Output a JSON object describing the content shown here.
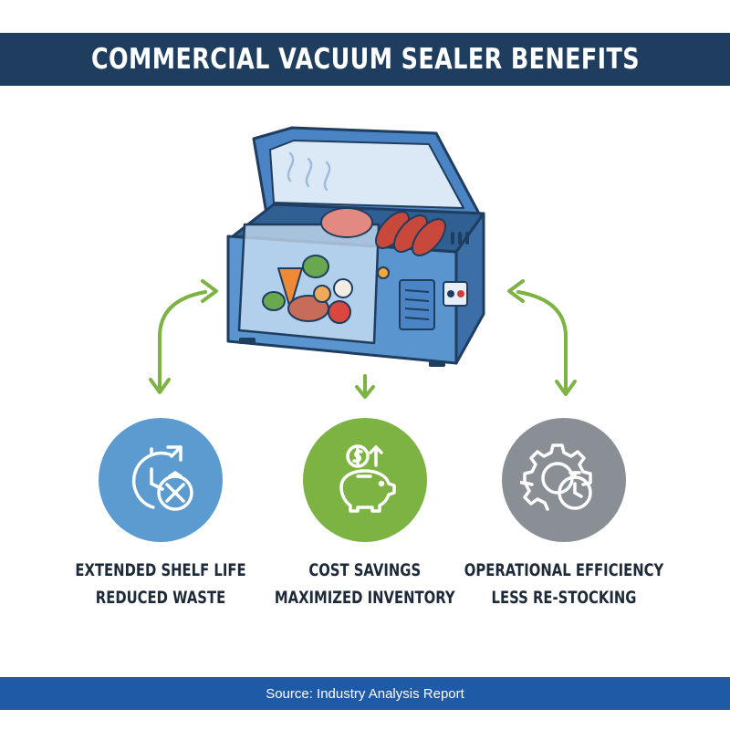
{
  "header": {
    "title": "COMMERCIAL VACUUM SEALER BENEFITS"
  },
  "benefits": [
    {
      "line1": "EXTENDED SHELF LIFE",
      "line2": "REDUCED WASTE",
      "icon": "clock-tomato-icon",
      "color": "#5b9bd0"
    },
    {
      "line1": "COST SAVINGS",
      "line2": "MAXIMIZED INVENTORY",
      "icon": "piggy-bank-icon",
      "color": "#7cb342"
    },
    {
      "line1": "OPERATIONAL EFFICIENCY",
      "line2": "LESS RE-STOCKING",
      "icon": "gear-stopwatch-icon",
      "color": "#8a8f96"
    }
  ],
  "footer": {
    "source": "Source: Industry Analysis Report"
  },
  "colors": {
    "header": "#1f3d5e",
    "footer": "#1f5aa6",
    "arrow": "#7cb342",
    "machine": "#4a84c4"
  }
}
